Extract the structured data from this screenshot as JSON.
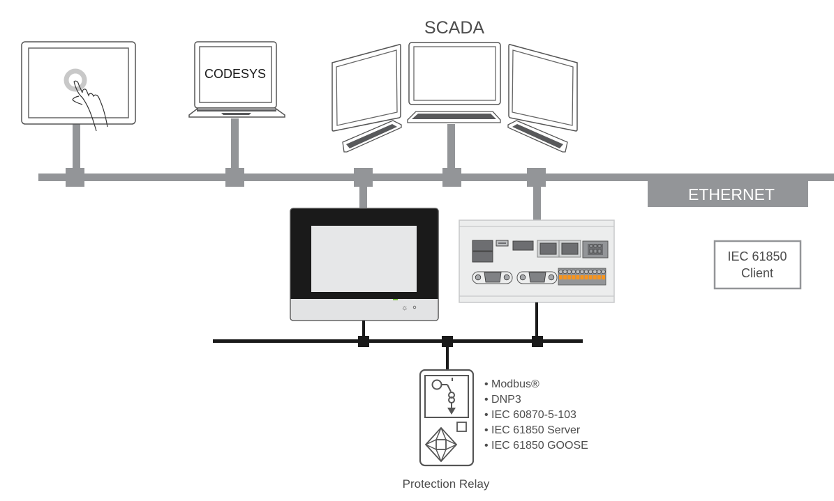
{
  "diagram": {
    "title_scada": "SCADA",
    "codesys_label": "CODESYS",
    "ethernet_label": "ETHERNET",
    "client_box": {
      "line1": "IEC 61850",
      "line2": "Client"
    },
    "relay_label": "Protection Relay",
    "protocols": [
      "• Modbus®",
      "• DNP3",
      "• IEC 60870-5-103",
      "• IEC 61850 Server",
      "• IEC 61850 GOOSE"
    ],
    "devices": [
      {
        "name": "Touch panel"
      },
      {
        "name": "CODESYS laptop"
      },
      {
        "name": "SCADA workstations"
      },
      {
        "name": "HMI display"
      },
      {
        "name": "Controller / gateway"
      },
      {
        "name": "Protection relay"
      }
    ],
    "colors": {
      "ethernet_bus": "#939598",
      "serial_bus": "#1a1a1a",
      "outline": "#555555",
      "led_green": "#7ac143",
      "terminal_orange": "#f7941d",
      "keyboard": "#58595b"
    }
  }
}
